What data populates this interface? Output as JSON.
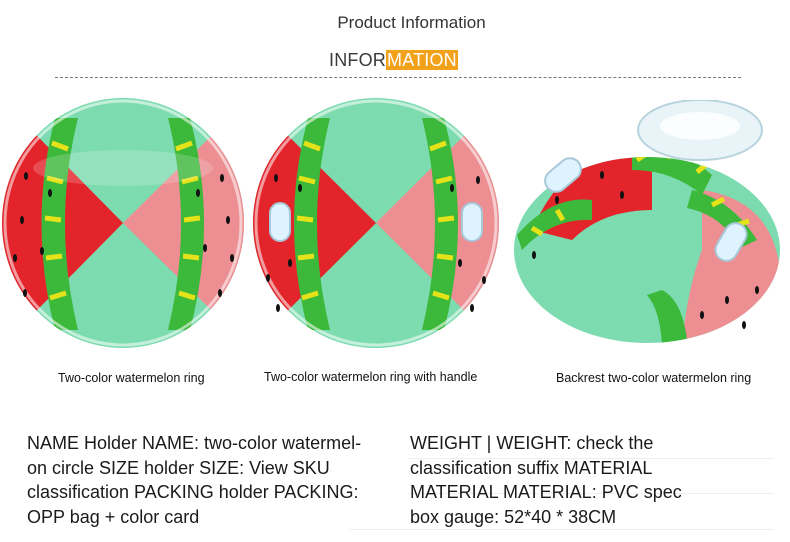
{
  "header": {
    "title": "Product Information",
    "info_part1": "INFOR",
    "info_part2": "MATION"
  },
  "products": [
    {
      "caption": "Two-color watermelon ring"
    },
    {
      "caption": "Two-color watermelon ring with handle"
    },
    {
      "caption": "Backrest two-color watermelon ring"
    }
  ],
  "details": {
    "left": [
      "NAME Holder NAME: two-color watermel-",
      "on circle SIZE holder SIZE: View SKU",
      "classification PACKING holder PACKING:",
      "OPP bag + color card"
    ],
    "right": [
      "WEIGHT | WEIGHT: check the",
      "classification suffix MATERIAL",
      "MATERIAL MATERIAL: PVC spec",
      "box gauge: 52*40 * 38CM"
    ]
  },
  "colors": {
    "accent": "#f2a21a",
    "ring_teal": "#7ddbb0",
    "watermelon_red": "#e3242b",
    "watermelon_pink": "#ec8e92",
    "rind_green": "#3cb83a",
    "stripe_yellow": "#e6e21a"
  }
}
